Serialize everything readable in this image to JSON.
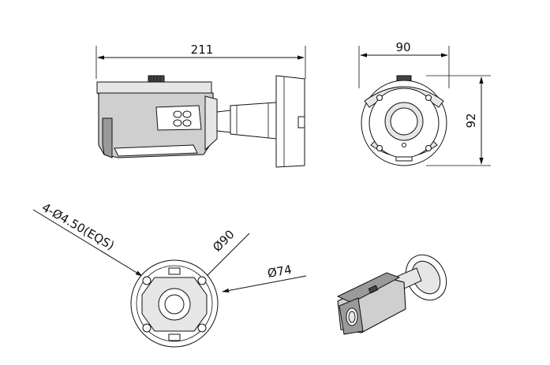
{
  "dimensions": {
    "side_length": "211",
    "front_width": "90",
    "front_height": "92",
    "hole_spec": "4-Ø4.50(EQS)",
    "outer_diameter": "Ø90",
    "inner_diameter": "Ø74"
  }
}
